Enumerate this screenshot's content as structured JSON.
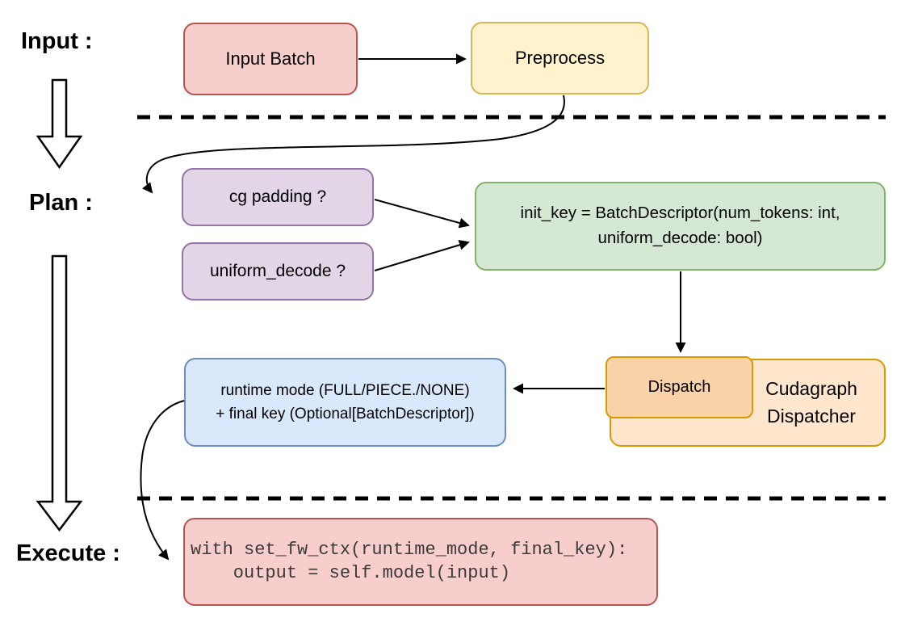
{
  "sections": {
    "input_label": "Input :",
    "plan_label": "Plan :",
    "execute_label": "Execute :"
  },
  "nodes": {
    "input_batch": {
      "label": "Input Batch",
      "fill": "#F8CECC",
      "stroke": "#B85450"
    },
    "preprocess": {
      "label": "Preprocess",
      "fill": "#FFF2CC",
      "stroke": "#D6B656"
    },
    "cg_padding": {
      "label": "cg padding ?",
      "fill": "#E1D5E7",
      "stroke": "#9673A6"
    },
    "uniform_decode": {
      "label": "uniform_decode ?",
      "fill": "#E1D5E7",
      "stroke": "#9673A6"
    },
    "init_key": {
      "line1": "init_key = BatchDescriptor(num_tokens: int,",
      "line2": "uniform_decode: bool)",
      "fill": "#D5E8D4",
      "stroke": "#82B366"
    },
    "runtime_mode": {
      "line1": "runtime mode (FULL/PIECE./NONE)",
      "line2": "+ final key (Optional[BatchDescriptor])",
      "fill": "#DAE8FC",
      "stroke": "#6C8EBF"
    },
    "dispatch": {
      "label": "Dispatch",
      "fill": "#FAD2A8",
      "stroke": "#D79B00"
    },
    "cudagraph_dispatcher": {
      "line1": "Cudagraph",
      "line2": "Dispatcher",
      "fill": "#FFE6CC",
      "stroke": "#D79B00"
    },
    "execute_code": {
      "line1": "with set_fw_ctx(runtime_mode, final_key):",
      "line2": "    output = self.model(input)",
      "fill": "#F8CECC",
      "stroke": "#B85450"
    }
  },
  "connector_color": "#000000"
}
